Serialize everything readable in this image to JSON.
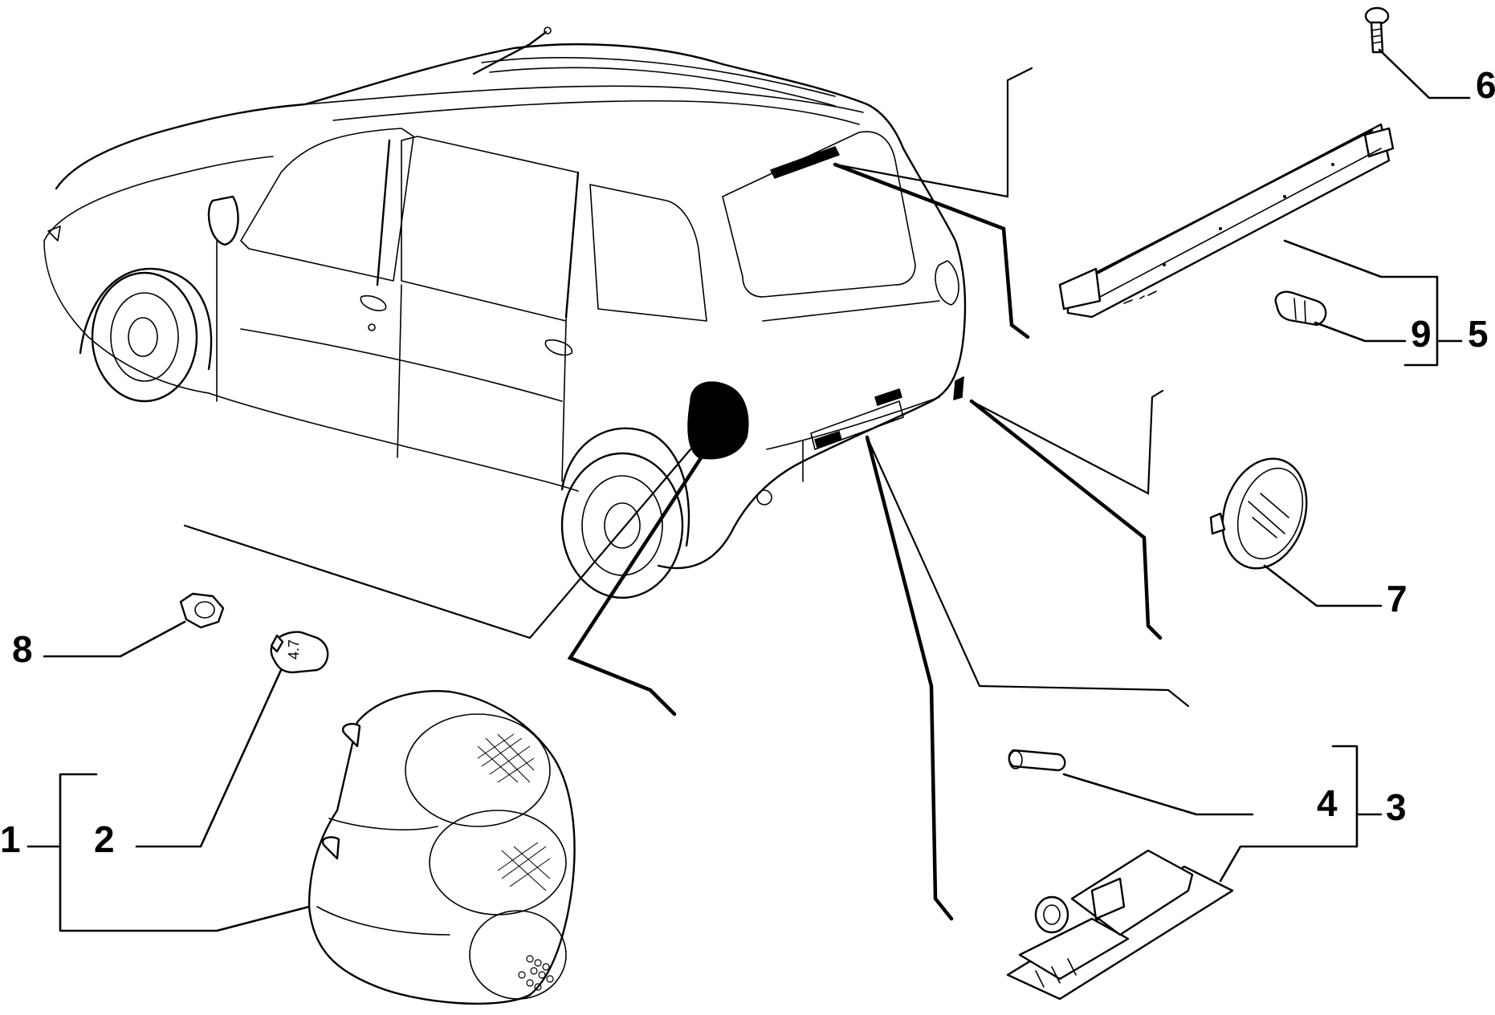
{
  "callouts": {
    "p1": "1",
    "p2": "2",
    "p3": "3",
    "p4": "4",
    "p5": "5",
    "p6": "6",
    "p7": "7",
    "p8": "8",
    "p9": "9"
  },
  "bulb_marking": "4.7"
}
